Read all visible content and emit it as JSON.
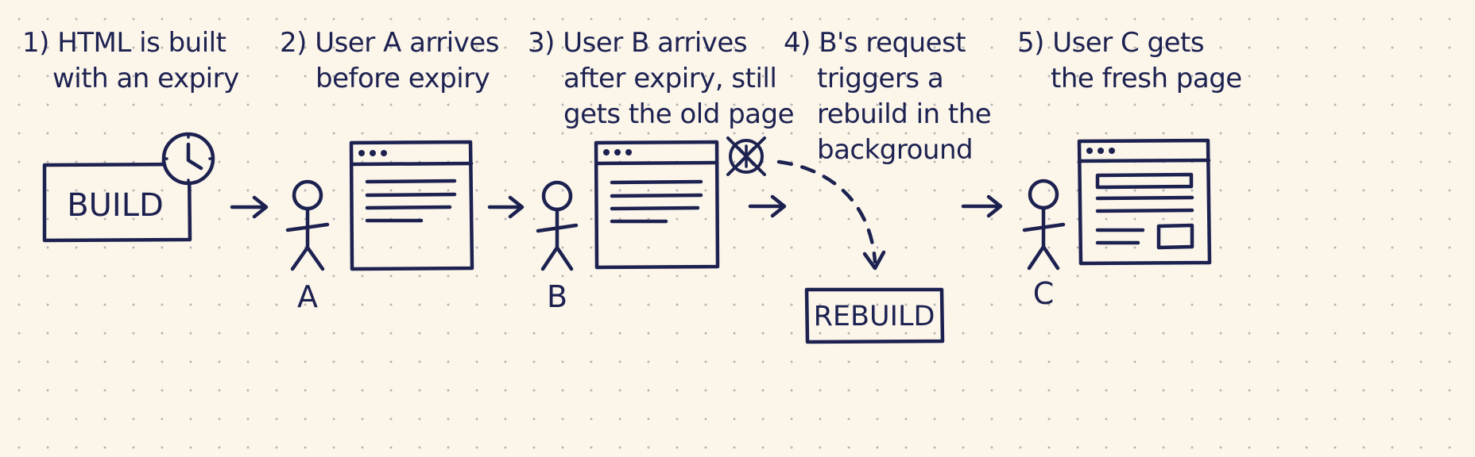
{
  "steps": [
    {
      "lines": [
        "1) HTML is built",
        "with an expiry"
      ]
    },
    {
      "lines": [
        "2) User A arrives",
        "before expiry"
      ]
    },
    {
      "lines": [
        "3) User B arrives",
        "after expiry, still",
        "gets the old page"
      ]
    },
    {
      "lines": [
        "4) B's request",
        "triggers a",
        "rebuild in the",
        "background"
      ]
    },
    {
      "lines": [
        "5) User C gets",
        "the fresh page"
      ]
    }
  ],
  "boxes": {
    "build": "BUILD",
    "rebuild": "REBUILD"
  },
  "users": {
    "a": "A",
    "b": "B",
    "c": "C"
  },
  "icons": {
    "clock": "clock-icon",
    "expired": "expired-clock-icon",
    "page": "browser-page-icon",
    "person": "stick-figure-icon"
  },
  "colors": {
    "ink": "#1c2150",
    "paper": "#fbf5ea"
  }
}
